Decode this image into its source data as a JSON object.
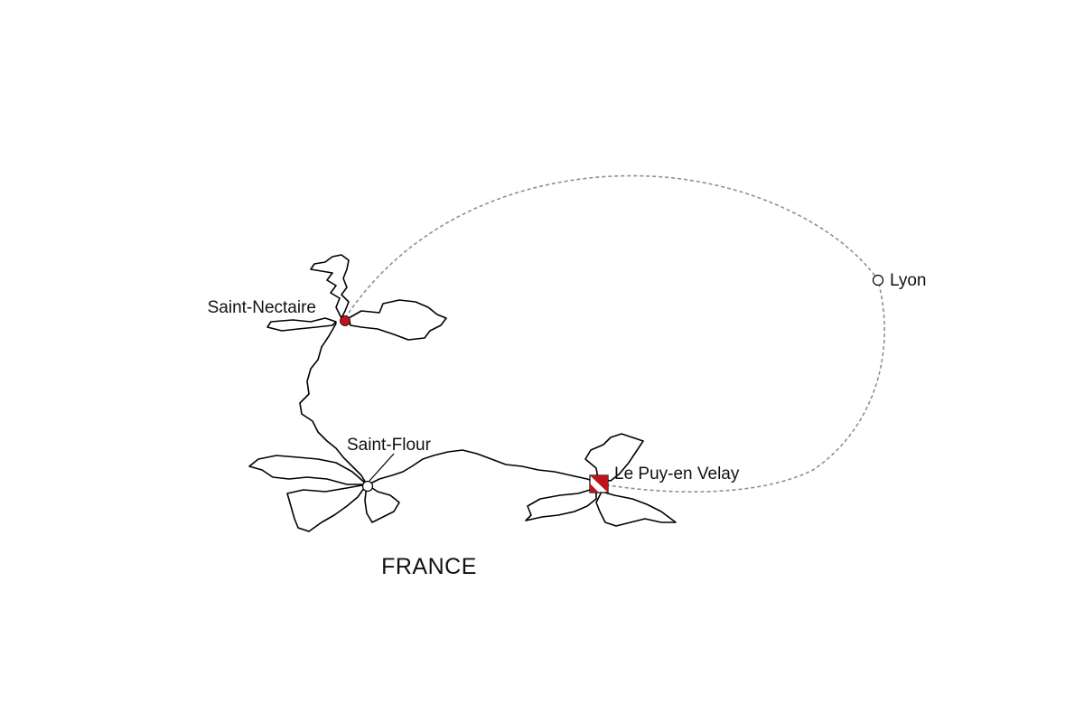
{
  "country": "FRANCE",
  "places": {
    "saint_nectaire": "Saint-Nectaire",
    "saint_flour": "Saint-Flour",
    "le_puy": "Le Puy-en Velay",
    "lyon": "Lyon"
  },
  "colors": {
    "route": "#000000",
    "transfer": "#8f8f8f",
    "start_marker": "#c0141c",
    "finish_marker": "#c0141c",
    "waypoint_marker": "#ffffff"
  },
  "icons": {
    "start": "filled-circle-marker-icon",
    "waypoint": "open-circle-marker-icon",
    "finish": "finish-flag-icon"
  }
}
